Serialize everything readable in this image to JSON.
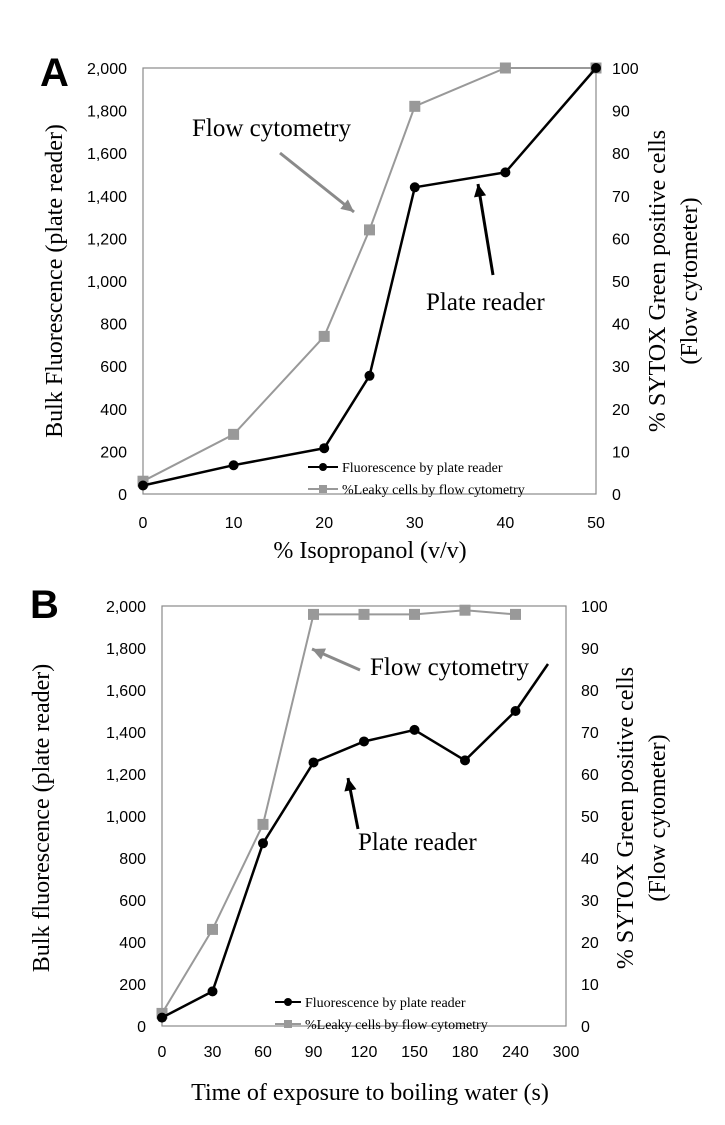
{
  "chart_data": [
    {
      "panel": "A",
      "type": "line",
      "xlabel": "% Isopropanol (v/v)",
      "ylabel": "Bulk Fluorescence (plate reader)",
      "y2label": "% SYTOX Green positive cells (Flow cytometer)",
      "ylim": [
        0,
        2000
      ],
      "y2lim": [
        0,
        100
      ],
      "xlim": [
        0,
        50
      ],
      "x_scale": "linear",
      "x_ticks": [
        0,
        10,
        20,
        30,
        40,
        50
      ],
      "y_ticks": [
        "0",
        "200",
        "400",
        "600",
        "800",
        "1,000",
        "1,200",
        "1,400",
        "1,600",
        "1,800",
        "2,000"
      ],
      "y2_ticks": [
        "0",
        "10",
        "20",
        "30",
        "40",
        "50",
        "60",
        "70",
        "80",
        "90",
        "100"
      ],
      "legend_position": "bottom-right",
      "series": [
        {
          "name": "Fluorescence by plate reader",
          "axis": "left",
          "color": "#000000",
          "marker": "circle",
          "x": [
            0,
            10,
            20,
            25,
            30,
            40,
            50
          ],
          "y": [
            40,
            135,
            215,
            555,
            1440,
            1510,
            2000
          ]
        },
        {
          "name": "%Leaky cells by flow cytometry",
          "axis": "right",
          "color": "#999999",
          "marker": "square",
          "x": [
            0,
            10,
            20,
            25,
            30,
            40,
            50
          ],
          "y": [
            3,
            14,
            37,
            62,
            91,
            100,
            100
          ]
        }
      ],
      "annotations": [
        {
          "text": "Flow cytometry"
        },
        {
          "text": "Plate reader"
        }
      ]
    },
    {
      "panel": "B",
      "type": "line",
      "xlabel": "Time of exposure to boiling water (s)",
      "ylabel": "Bulk fluorescence (plate reader)",
      "y2label": "% SYTOX Green positive cells (Flow cytometer)",
      "ylim": [
        0,
        2000
      ],
      "y2lim": [
        0,
        100
      ],
      "x_scale": "categorical",
      "categories": [
        "0",
        "30",
        "60",
        "90",
        "120",
        "150",
        "180",
        "240",
        "300"
      ],
      "x_ticks": [
        "0",
        "30",
        "60",
        "90",
        "120",
        "150",
        "180",
        "240",
        "300"
      ],
      "y_ticks": [
        "0",
        "200",
        "400",
        "600",
        "800",
        "1,000",
        "1,200",
        "1,400",
        "1,600",
        "1,800",
        "2,000"
      ],
      "y2_ticks": [
        "0",
        "10",
        "20",
        "30",
        "40",
        "50",
        "60",
        "70",
        "80",
        "90",
        "100"
      ],
      "legend_position": "bottom-right",
      "series": [
        {
          "name": "Fluorescence by plate reader",
          "axis": "left",
          "color": "#000000",
          "marker": "circle",
          "values": [
            40,
            165,
            870,
            1255,
            1355,
            1410,
            1265,
            1500
          ]
        },
        {
          "name": "%Leaky cells by flow cytometry",
          "axis": "right",
          "color": "#999999",
          "marker": "square",
          "values": [
            3,
            23,
            48,
            98,
            98,
            98,
            99,
            98
          ]
        }
      ],
      "annotations": [
        {
          "text": "Flow cytometry"
        },
        {
          "text": "Plate reader"
        }
      ]
    }
  ]
}
